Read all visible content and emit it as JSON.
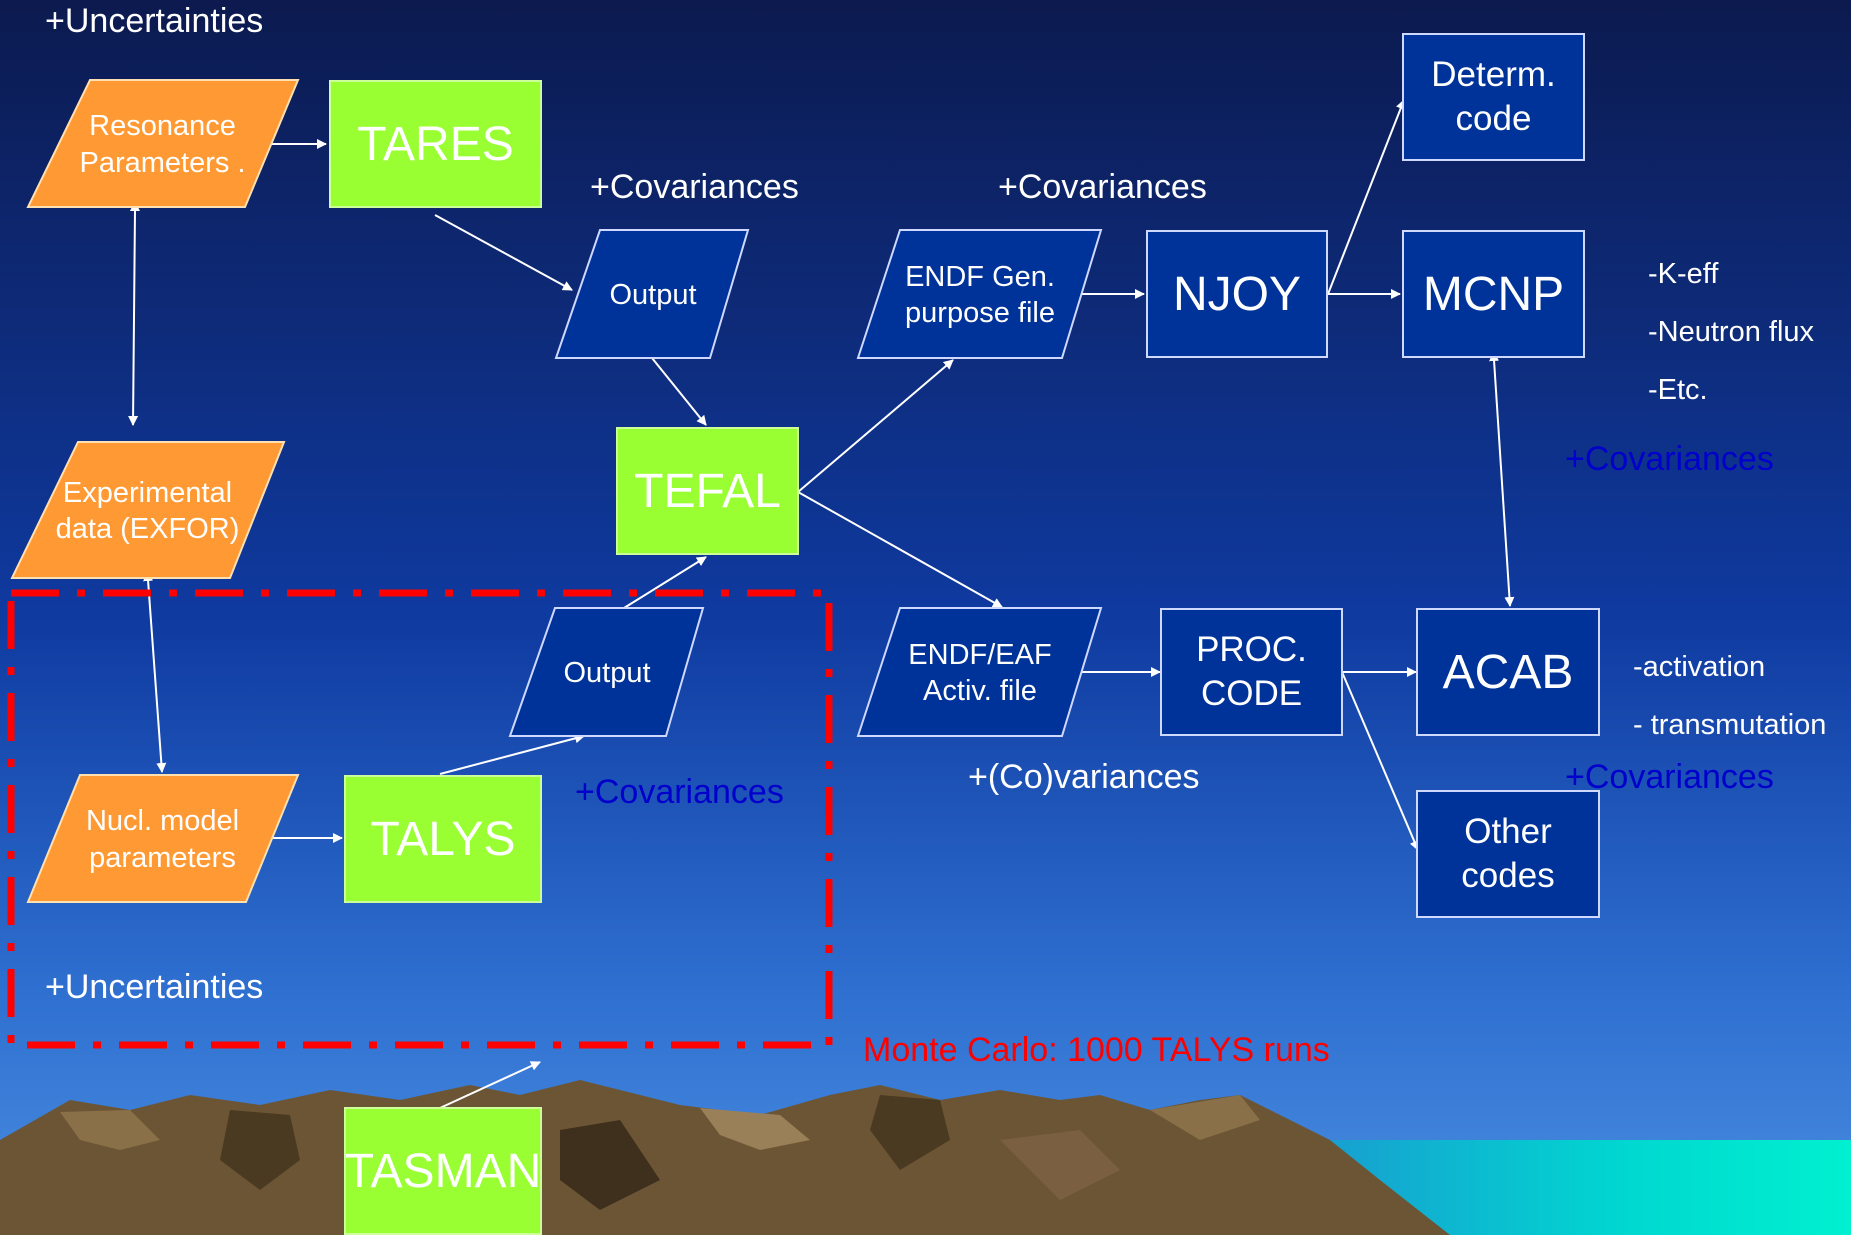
{
  "colors": {
    "bg_top": "#0f1f5a",
    "bg_bottom": "#2b6fd4",
    "orange": "#ff9933",
    "green": "#99ff33",
    "navy": "#003399",
    "dash_red": "#ff0000",
    "hidden_text": "#0000cc",
    "sea": "#00e6d0"
  },
  "nodes": {
    "resonance": "Resonance Parameters .",
    "experimental": "Experimental data (EXFOR)",
    "nucl_model": "Nucl. model parameters",
    "tares": "TARES",
    "talys": "TALYS",
    "tasman": "TASMAN",
    "tefal": "TEFAL",
    "output_top": "Output",
    "output_bottom": "Output",
    "endf_gp": "ENDF Gen. purpose file",
    "endf_eaf": "ENDF/EAF Activ. file",
    "njoy": "NJOY",
    "mcnp": "MCNP",
    "determ": "Determ. code",
    "proc_code": "PROC. CODE",
    "acab": "ACAB",
    "other": "Other codes"
  },
  "labels": {
    "uncert_top": "+Uncertainties",
    "uncert_bottom": "+Uncertainties",
    "cov_output": "+Covariances",
    "cov_endf": "+Covariances",
    "cov_talys": "+Covariances",
    "cov_mcnp": "+Covariances",
    "cov_acab": "+Covariances",
    "co_variances": "+(Co)variances",
    "keff": "-K-eff",
    "flux": "-Neutron flux",
    "etc": "-Etc.",
    "activation": "-activation",
    "transmutation": "- transmutation",
    "monte_carlo": "Monte Carlo: 1000 TALYS runs"
  }
}
